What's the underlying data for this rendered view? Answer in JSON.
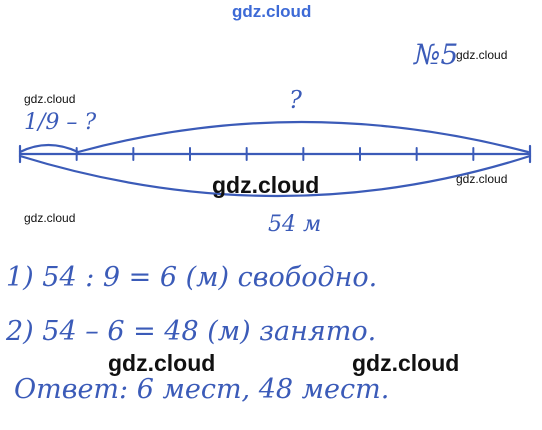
{
  "watermarks": {
    "top": "gdz.cloud",
    "problem": "gdz.cloud",
    "left_upper": "gdz.cloud",
    "center_big": "gdz.cloud",
    "right_mid": "gdz.cloud",
    "left_lower": "gdz.cloud",
    "bottom_left_big": "gdz.cloud",
    "bottom_right_big": "gdz.cloud"
  },
  "problem": {
    "number": "№5"
  },
  "diagram": {
    "fraction_label": "1/9 – ?",
    "top_question": "?",
    "bottom_total": "54 м",
    "segments": 9
  },
  "solution": {
    "step1": "1) 54 : 9 = 6 (м) свободно.",
    "step2": "2) 54 – 6 = 48 (м) занято.",
    "answer": "Ответ: 6 мест, 48 мест."
  },
  "colors": {
    "ink": "#3b5bb8",
    "watermark_top": "#3d6ad6",
    "watermark": "#111111"
  }
}
